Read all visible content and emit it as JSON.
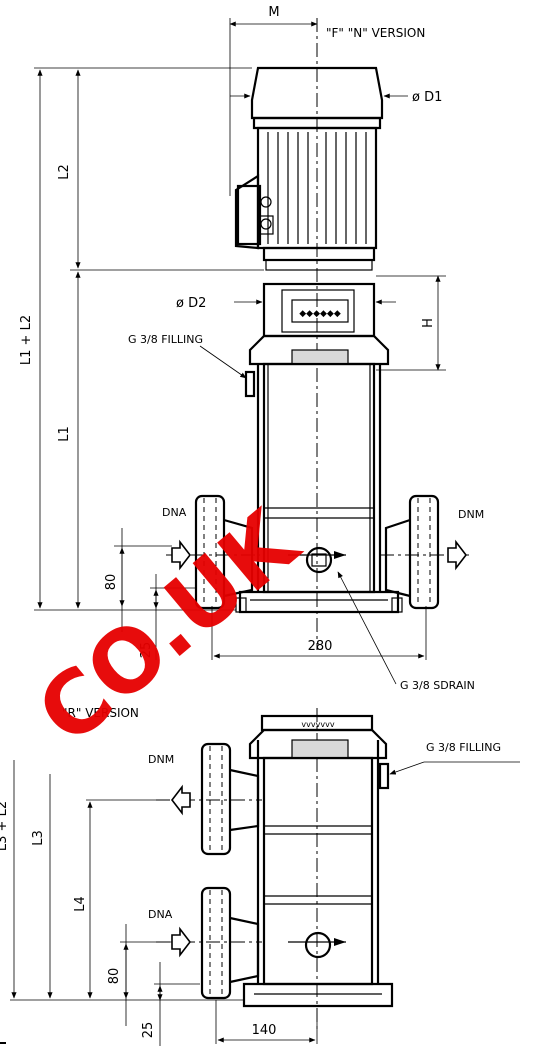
{
  "diagram": {
    "version_f_n": "\"F\" \"N\" VERSION",
    "version_r": "\"R\" VERSION",
    "labels": {
      "m": "M",
      "d1": "ø D1",
      "d2": "ø D2",
      "h": "H",
      "l2": "L2",
      "l1": "L1",
      "l1_l2": "L1 + L2",
      "l3": "L3",
      "l4": "L4",
      "l3_l2": "L3 + L2",
      "filling_top": "G 3/8 FILLING",
      "filling_bottom": "G 3/8 FILLING",
      "drain": "G 3/8 SDRAIN",
      "dna_top": "DNA",
      "dnm_top": "DNM",
      "dna_bottom": "DNA",
      "dnm_bottom": "DNM",
      "dim_80_top": "80",
      "dim_25_top": "25",
      "dim_280": "280",
      "dim_80_bottom": "80",
      "dim_25_bottom": "25",
      "dim_140": "140"
    },
    "watermark": "CO.UK",
    "watermark_left": "C"
  },
  "colors": {
    "line": "#000000",
    "watermark": "#e60000"
  }
}
